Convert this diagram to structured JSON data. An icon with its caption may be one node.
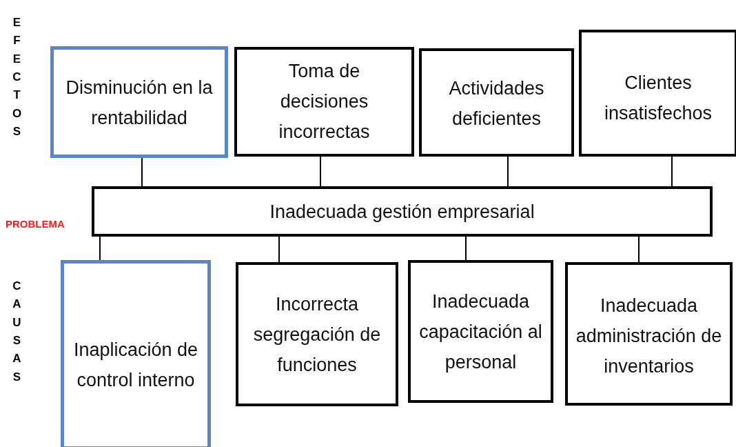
{
  "diagram": {
    "nodes": [
      {
        "text": [
          "Disminución en la rentabilidad"
        ]
      },
      {
        "text": [
          "Toma de decisiones incorrectas"
        ]
      },
      {
        "text": [
          "Actividades deficientes"
        ]
      },
      {
        "text": [
          "Clientes insatisfechos"
        ]
      },
      {
        "text": [
          "Inadecuada gestión empresarial"
        ]
      },
      {
        "text": [
          "Inaplicación de control interno"
        ]
      },
      {
        "text": [
          "Incorrecta segregación de funciones"
        ]
      },
      {
        "text": [
          "Inadecuada capacitación al personal"
        ]
      },
      {
        "text": [
          "Inadecuada administración de inventarios"
        ]
      }
    ],
    "edges": [
      {
        "from": 4,
        "to": 0,
        "arrow": "none"
      },
      {
        "from": 4,
        "to": 1,
        "arrow": "none"
      },
      {
        "from": 4,
        "to": 2,
        "arrow": "none"
      },
      {
        "from": 4,
        "to": 3,
        "arrow": "none"
      },
      {
        "from": 4,
        "to": 5,
        "arrow": "none"
      },
      {
        "from": 4,
        "to": 6,
        "arrow": "none"
      },
      {
        "from": 4,
        "to": 7,
        "arrow": "none"
      },
      {
        "from": 4,
        "to": 8,
        "arrow": "none"
      }
    ],
    "labels": [
      "EFECTOS",
      "PROBLEMA",
      "CAUSAS"
    ]
  }
}
